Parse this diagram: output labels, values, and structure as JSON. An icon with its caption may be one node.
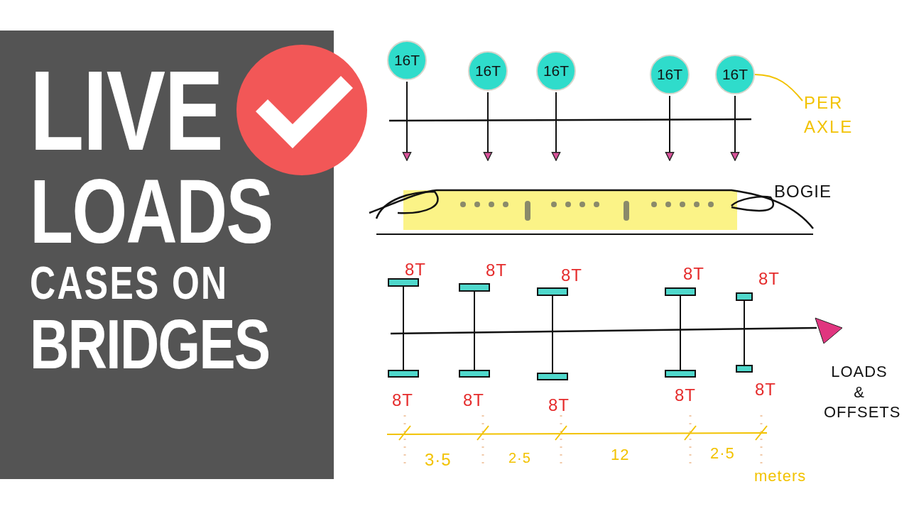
{
  "diagram": {
    "title": "LIVE LOADS CASES ON BRIDGES",
    "nodes": [
      {
        "text": [
          "16T"
        ]
      },
      {
        "text": [
          "16T"
        ]
      },
      {
        "text": [
          "16T"
        ]
      },
      {
        "text": [
          "16T"
        ]
      },
      {
        "text": [
          "16T"
        ]
      },
      {
        "text": [
          "PER AXLE"
        ]
      }
    ],
    "edges": [
      {
        "from": 5,
        "to": 4,
        "arrow": "none"
      }
    ],
    "labels": [
      "BOGIE",
      "8T",
      "8T",
      "8T",
      "8T",
      "8T",
      "LOADS & OFFSETS",
      "8T",
      "8T",
      "8T",
      "8T",
      "8T",
      "3·5",
      "2·5",
      "12",
      "2·5",
      "meters"
    ]
  }
}
